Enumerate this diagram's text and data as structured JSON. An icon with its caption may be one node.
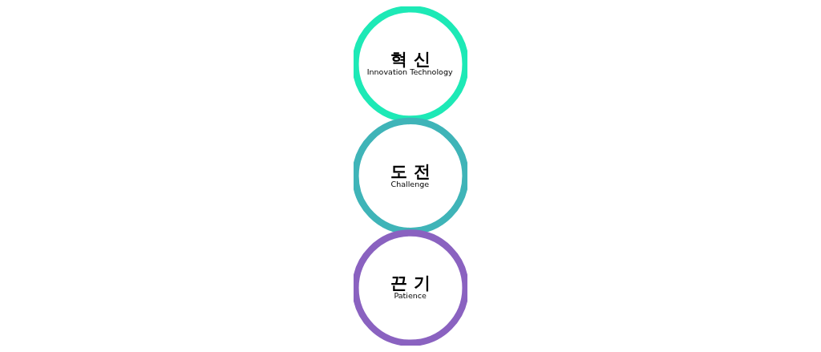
{
  "diagram": {
    "nodes": [
      {
        "text": [
          "혁 신",
          "Innovation Technology"
        ]
      },
      {
        "text": [
          "도 전",
          "Challenge"
        ]
      },
      {
        "text": [
          "끈 기",
          "Patience"
        ]
      }
    ]
  }
}
